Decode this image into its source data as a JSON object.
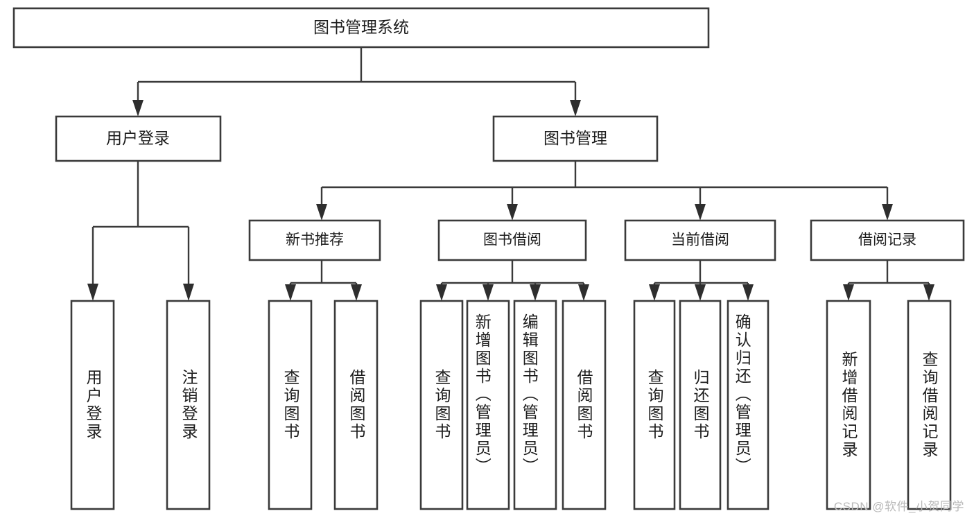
{
  "diagram": {
    "title": "图书管理系统",
    "type": "tree-hierarchy",
    "root": {
      "label": "图书管理系统"
    },
    "level1": [
      {
        "label": "用户登录"
      },
      {
        "label": "图书管理"
      }
    ],
    "level2": [
      {
        "label": "新书推荐"
      },
      {
        "label": "图书借阅"
      },
      {
        "label": "当前借阅"
      },
      {
        "label": "借阅记录"
      }
    ],
    "leaves": {
      "user_login": [
        {
          "label": "用户登录"
        },
        {
          "label": "注销登录"
        }
      ],
      "new_book_recommend": [
        {
          "label": "查询图书"
        },
        {
          "label": "借阅图书"
        }
      ],
      "book_borrow": [
        {
          "label": "查询图书"
        },
        {
          "label": "新增图书（管理员）"
        },
        {
          "label": "编辑图书（管理员）"
        },
        {
          "label": "借阅图书"
        }
      ],
      "current_borrow": [
        {
          "label": "查询图书"
        },
        {
          "label": "归还图书"
        },
        {
          "label": "确认归还（管理员）"
        }
      ],
      "borrow_record": [
        {
          "label": "新增借阅记录"
        },
        {
          "label": "查询借阅记录"
        }
      ]
    }
  },
  "watermark": {
    "text": "CSDN @软件_小贺同学"
  },
  "colors": {
    "stroke": "#3a3a3a",
    "text": "#1d1d1d",
    "background": "#ffffff",
    "watermark": "#b9b9b9"
  }
}
